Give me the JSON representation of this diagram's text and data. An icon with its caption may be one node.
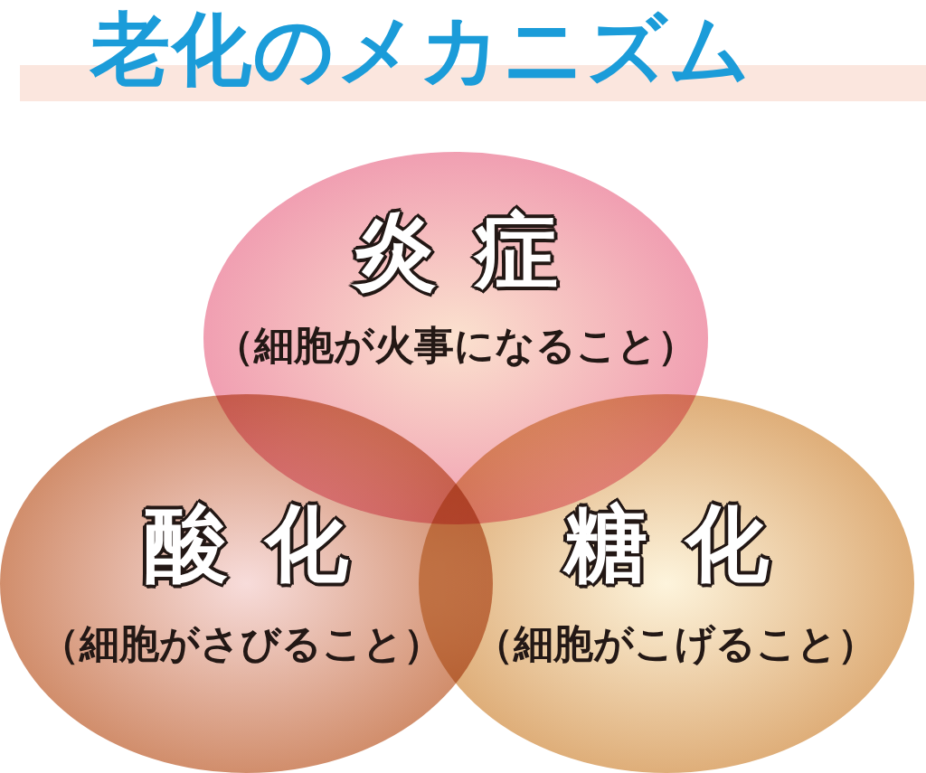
{
  "diagram": {
    "title": "老化のメカニズム",
    "nodes": [
      {
        "text": [
          "炎症",
          "（細胞が火事になること）"
        ]
      },
      {
        "text": [
          "酸化",
          "（細胞がさびること）"
        ]
      },
      {
        "text": [
          "糖化",
          "（細胞がこげること）"
        ]
      }
    ]
  }
}
